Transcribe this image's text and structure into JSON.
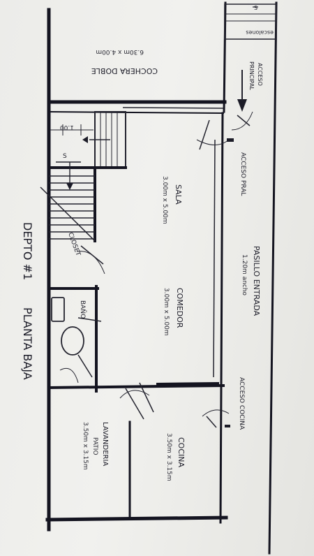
{
  "plan": {
    "title_line1": "DEPTO #1",
    "title_line2": "PLANTA BAJA",
    "rooms": {
      "garage_name": "COCHERA DOBLE",
      "garage_size": "6.30m x 4.00m",
      "living_name": "SALA",
      "living_size": "3.00m x 5.00m",
      "dining_name": "COMEDOR",
      "dining_size": "3.00m x 5.00m",
      "hallway_name": "PASILLO ENTRADA",
      "hallway_width": "1.20m ancho",
      "kitchen_name": "COCINA",
      "kitchen_size": "3.50m x 3.15m",
      "laundry_name": "LAVANDERIA",
      "laundry_sub": "PATIO",
      "laundry_size": "3.50m x 3.15m",
      "bath_name": "BAÑO",
      "closet_name": "CLOSET"
    },
    "labels": {
      "main_access_1": "ACCESO",
      "main_access_2": "PRINCIPAL",
      "access_main_short": "ACCESO PRAL",
      "access_kitchen": "ACCESO COCINA",
      "steps": "escalones",
      "stair_width": "1.00",
      "stair_s": "S",
      "steps_s": "S"
    }
  },
  "colors": {
    "ink": "#141420",
    "paper": "#ecece9"
  }
}
